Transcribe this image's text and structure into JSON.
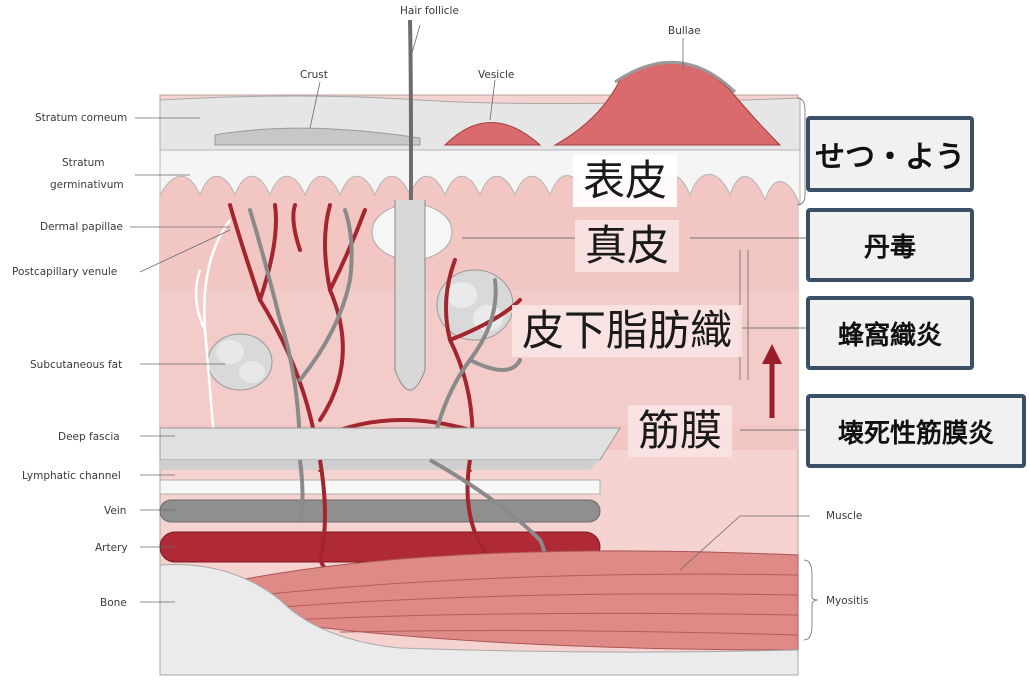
{
  "labels_en": {
    "hair_follicle": "Hair follicle",
    "bullae": "Bullae",
    "crust": "Crust",
    "vesicle": "Vesicle",
    "stratum_corneum": "Stratum corneum",
    "stratum_germinativum_1": "Stratum",
    "stratum_germinativum_2": "germinativum",
    "dermal_papillae": "Dermal papillae",
    "postcapillary_venule": "Postcapillary venule",
    "subcutaneous_fat": "Subcutaneous fat",
    "deep_fascia": "Deep fascia",
    "lymphatic_channel": "Lymphatic channel",
    "vein": "Vein",
    "artery": "Artery",
    "bone": "Bone",
    "muscle": "Muscle",
    "myositis": "Myositis"
  },
  "layers_jp": {
    "epidermis": "表皮",
    "dermis": "真皮",
    "subcutaneous": "皮下脂肪織",
    "fascia": "筋膜"
  },
  "diseases_jp": {
    "furuncle": "せつ・よう",
    "erysipelas": "丹毒",
    "cellulitis": "蜂窩織炎",
    "necrotizing_fasciitis": "壊死性筋膜炎"
  },
  "colors": {
    "dermis_pink": "#f2c6c2",
    "blood_red": "#a3262e",
    "vessel_grey": "#8a8a8a",
    "box_border": "#3b4f66",
    "arrow_red": "#9a1e2a"
  }
}
